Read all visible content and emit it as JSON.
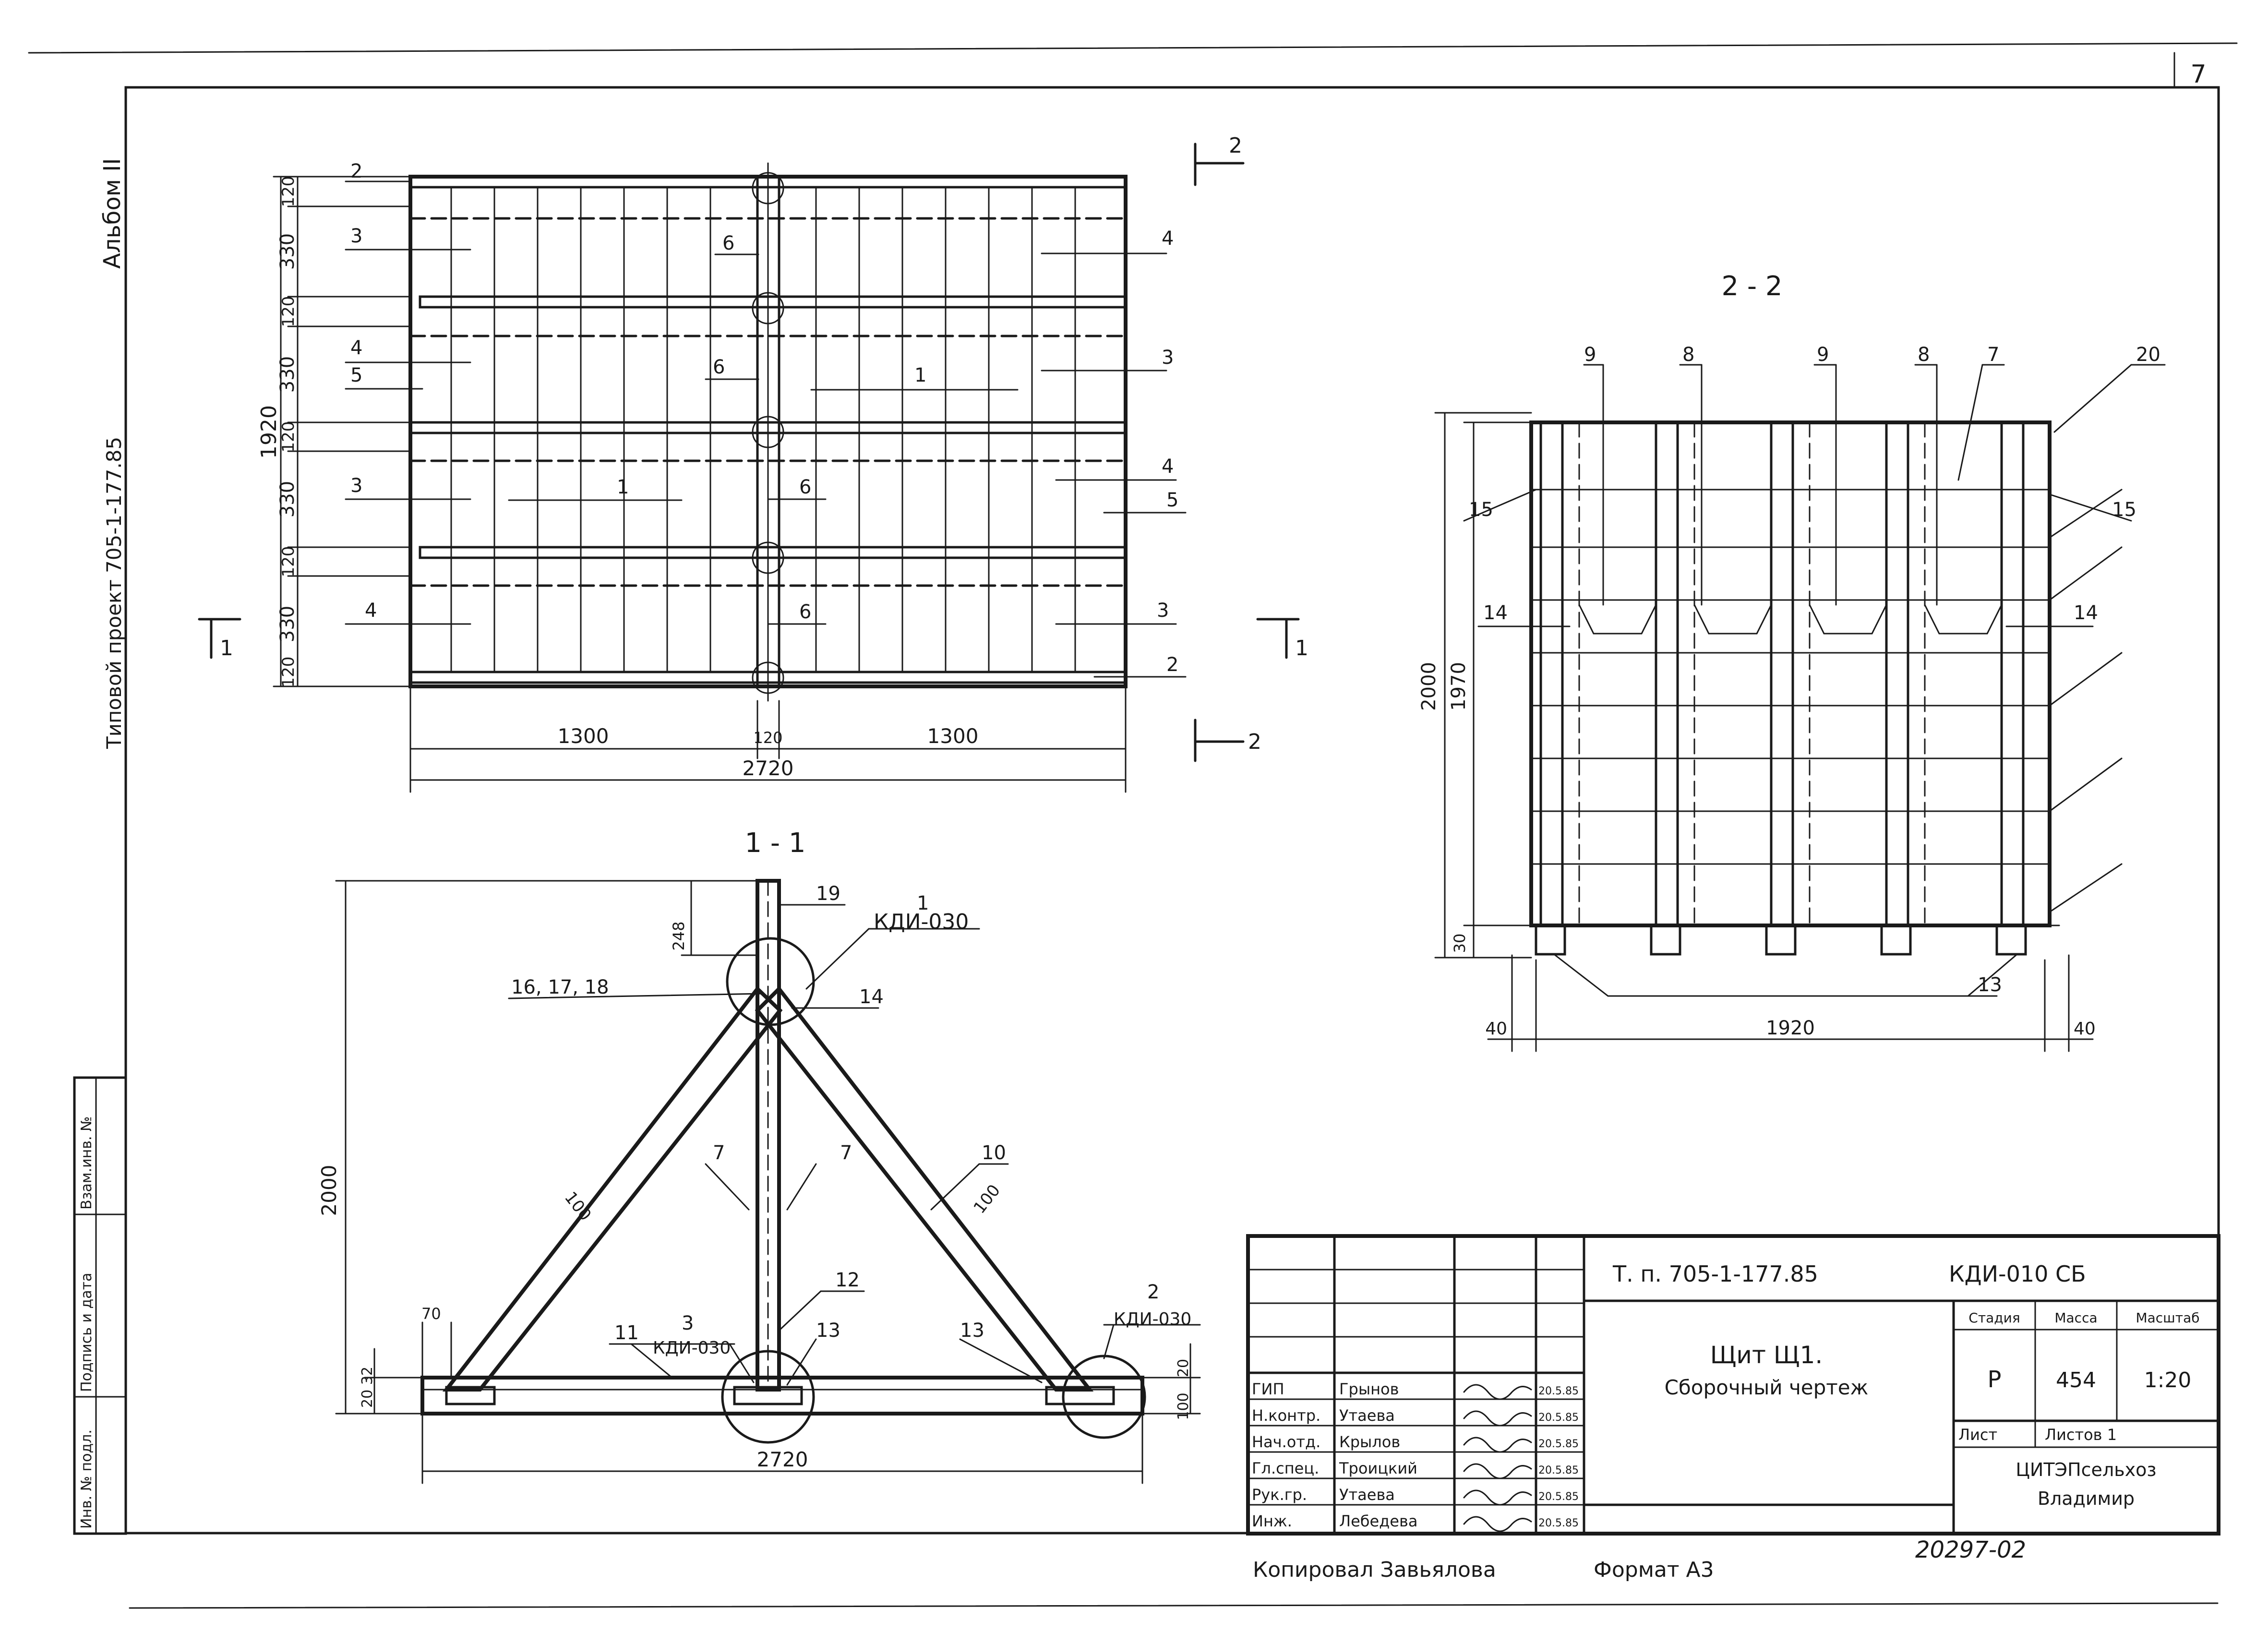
{
  "sheet": {
    "page_number": "7",
    "album": "Альбом II",
    "project": "Типовой проект 705-1-177.85"
  },
  "side_stamp": {
    "inv_podl": "Инв. № подл.",
    "podpis_data": "Подпись и дата",
    "vzam_inv": "Взам.инв. №"
  },
  "plan": {
    "dims_v": [
      "120",
      "330",
      "120",
      "330",
      "120",
      "330",
      "120",
      "330",
      "120"
    ],
    "dim_total_v": "1920",
    "dims_h": [
      "1300",
      "120",
      "1300"
    ],
    "dim_total_h": "2720",
    "markers": [
      "2",
      "2",
      "1",
      "1"
    ],
    "callouts": [
      "2",
      "3",
      "4",
      "5",
      "3",
      "1",
      "4",
      "6",
      "6",
      "6",
      "6",
      "4",
      "3",
      "1",
      "4",
      "5",
      "3",
      "2"
    ]
  },
  "section22": {
    "title": "2 - 2",
    "callouts_top": [
      "9",
      "8",
      "9",
      "8",
      "7",
      "20"
    ],
    "callouts_side": [
      "15",
      "15",
      "14",
      "14",
      "13"
    ],
    "dim_2000": "2000",
    "dim_1970": "1970",
    "dim_30": "30",
    "dim_40a": "40",
    "dim_1920": "1920",
    "dim_40b": "40"
  },
  "section11": {
    "title": "1 - 1",
    "dim_248": "248",
    "dim_2000": "2000",
    "dim_2720": "2720",
    "dim_70": "70",
    "dim_20_32": "20 32",
    "dim_20": "20",
    "dim_100": "100",
    "brace_100a": "100",
    "brace_100b": "100",
    "callouts": [
      "19",
      "1",
      "16, 17, 18",
      "14",
      "7",
      "7",
      "10",
      "12",
      "11",
      "3",
      "13",
      "13",
      "2"
    ],
    "ref1": "КДИ-030",
    "ref2": "КДИ-030",
    "ref3": "КДИ-030"
  },
  "titleblock": {
    "code": "Т. п. 705-1-177.85",
    "doc": "КДИ-010 СБ",
    "name_line1": "Щит Щ1.",
    "name_line2": "Сборочный чертеж",
    "h_stadia": "Стадия",
    "h_massa": "Масса",
    "h_masshtab": "Масштаб",
    "stadia": "Р",
    "massa": "454",
    "masshtab": "1:20",
    "list": "Лист",
    "listov": "Листов 1",
    "org_line1": "ЦИТЭПсельхоз",
    "org_line2": "Владимир",
    "rows": [
      {
        "role": "ГИП",
        "name": "Грынов",
        "date": "20.5.85"
      },
      {
        "role": "Н.контр.",
        "name": "Утаева",
        "date": "20.5.85"
      },
      {
        "role": "Нач.отд.",
        "name": "Крылов",
        "date": "20.5.85"
      },
      {
        "role": "Гл.спец.",
        "name": "Троицкий",
        "date": "20.5.85"
      },
      {
        "role": "Рук.гр.",
        "name": "Утаева",
        "date": "20.5.85"
      },
      {
        "role": "Инж.",
        "name": "Лебедева",
        "date": "20.5.85"
      }
    ]
  },
  "footer": {
    "copied": "Копировал Завьялова",
    "format": "Формат А3",
    "number": "20297-02"
  }
}
